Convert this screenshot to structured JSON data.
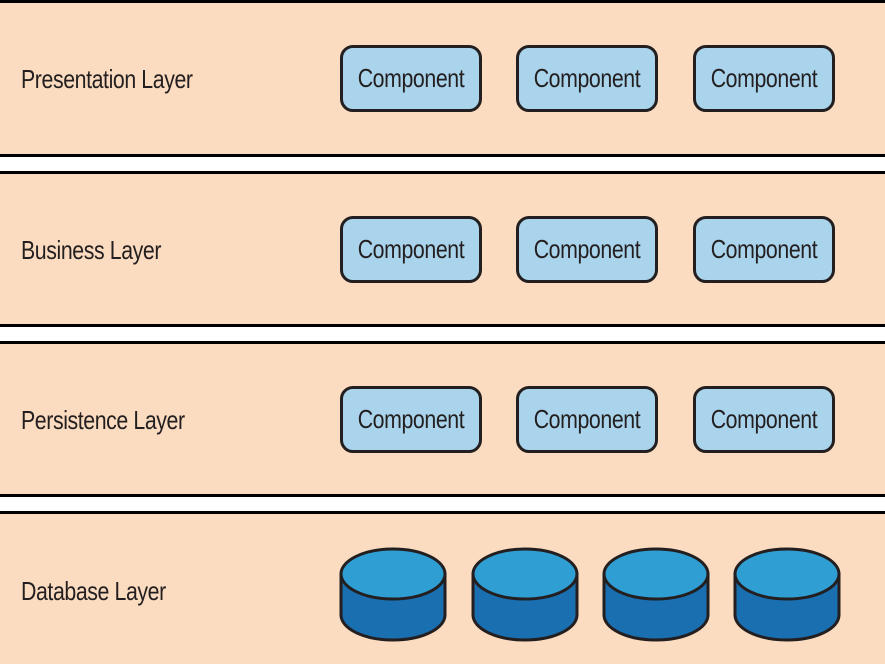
{
  "layers": [
    {
      "label": "Presentation Layer",
      "components": [
        "Component",
        "Component",
        "Component"
      ]
    },
    {
      "label": "Business Layer",
      "components": [
        "Component",
        "Component",
        "Component"
      ]
    },
    {
      "label": "Persistence Layer",
      "components": [
        "Component",
        "Component",
        "Component"
      ]
    },
    {
      "label": "Database Layer",
      "database_icons": [
        "database-icon",
        "database-icon",
        "database-icon",
        "database-icon"
      ]
    }
  ],
  "colors": {
    "layer_background": "#fbdcc0",
    "component_fill": "#aad4ec",
    "database_fill": "#2f9fd3",
    "database_dark": "#1a6fb0",
    "outline": "#231f20"
  }
}
